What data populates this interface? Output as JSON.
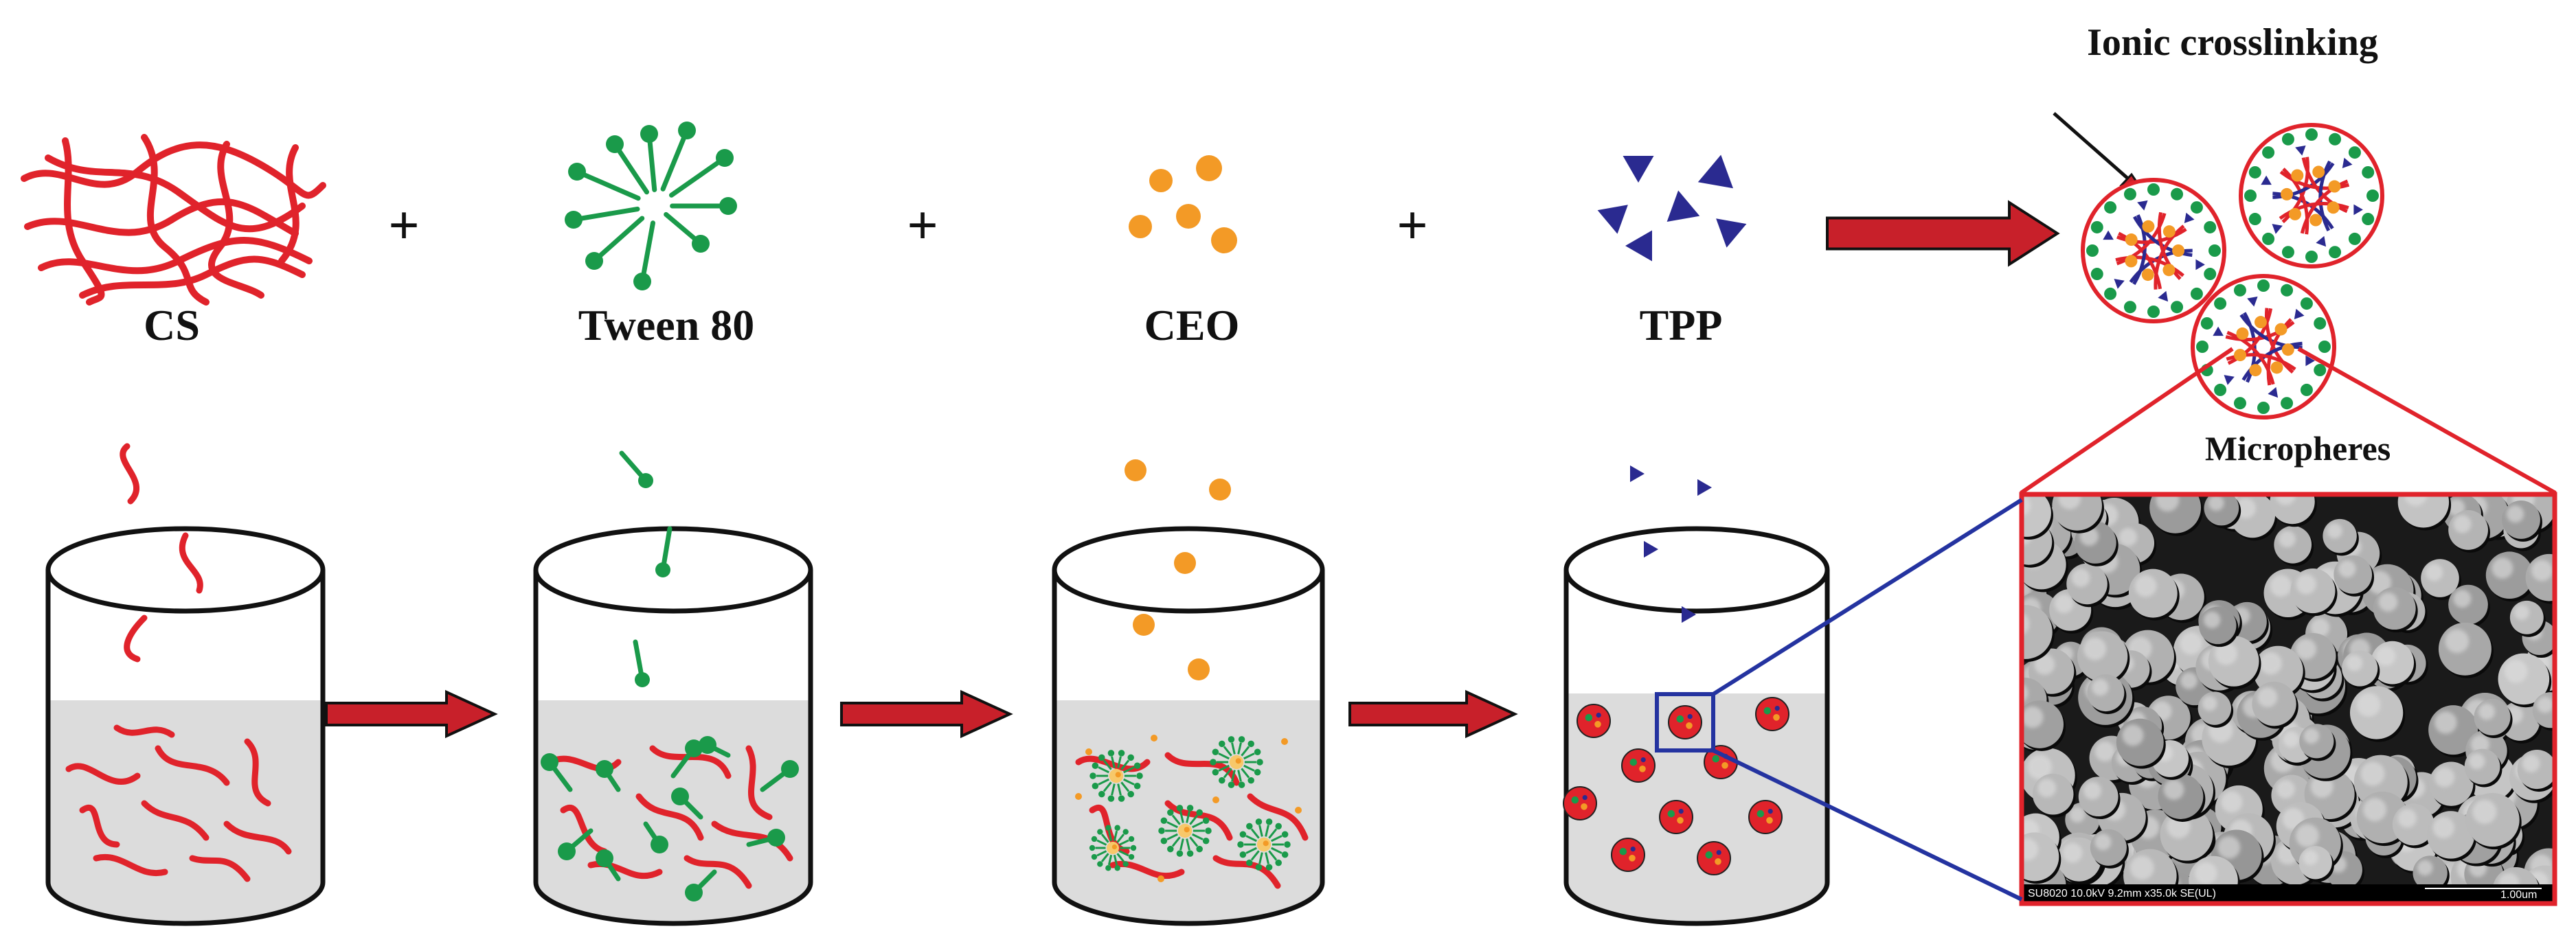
{
  "title": "Ionic crosslinking",
  "components": [
    {
      "label": "CS"
    },
    {
      "label": "Tween 80"
    },
    {
      "label": "CEO"
    },
    {
      "label": "TPP"
    }
  ],
  "plus_sign": "+",
  "product_label": "Micropheres",
  "sem": {
    "info": "SU8020 10.0kV 9.2mm x35.0k SE(UL)",
    "scale": "1.00um"
  },
  "colors": {
    "chitosan": "#e0232b",
    "tween": "#1a9a4a",
    "ceo": "#f39a26",
    "tpp": "#2a2a90",
    "arrow_fill": "#c8202a",
    "liquid": "#dcdcdc",
    "zoom_red": "#e0232b",
    "zoom_blue": "#2433a0"
  }
}
